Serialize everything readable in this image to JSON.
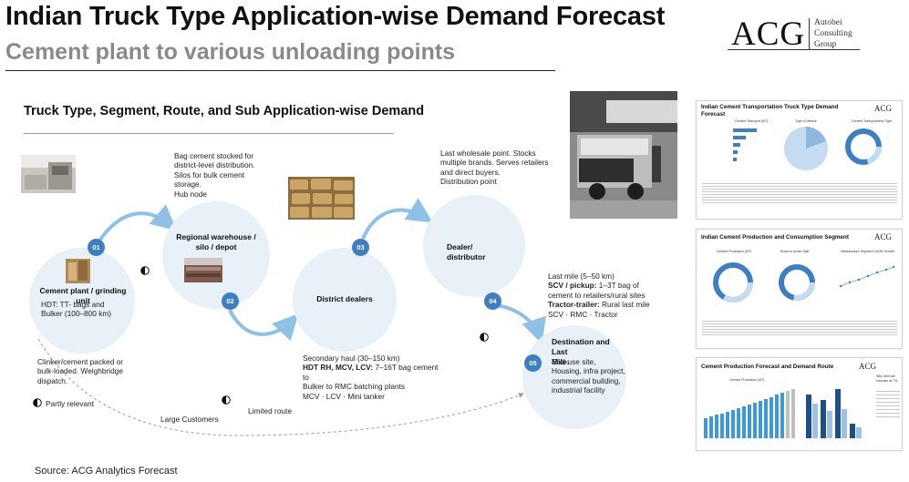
{
  "header": {
    "title": "Indian Truck Type Application-wise Demand Forecast",
    "subtitle": "Cement plant to various unloading points"
  },
  "logo": {
    "mark": "ACG",
    "name_lines": [
      "Autobei",
      "Consulting",
      "Group"
    ]
  },
  "section_title": "Truck Type, Segment, Route, and Sub Application-wise Demand",
  "nodes": {
    "plant": {
      "badge": "01",
      "title": "Cement plant / grinding unit",
      "detail": "HDT: TT- bags and Bulker (100–800 km)",
      "below": "Clinker/cement packed or bulk-loaded. Weighbridge dispatch."
    },
    "warehouse": {
      "badge": "02",
      "title_lines": [
        "Regional warehouse /",
        "silo / depot"
      ],
      "above_lines": [
        "Bag cement stocked for",
        "district-level distribution.",
        "Silos for bulk cement",
        "storage.",
        "Hub node"
      ]
    },
    "district": {
      "badge": "03",
      "title": "District dealers",
      "route": "Secondary haul (30–150 km)",
      "types_bold": "HDT RH, MCV, LCV:",
      "types_rest": " 7–16T bag cement to",
      "types_line2": "Bulker to RMC batching plants",
      "vehicles": "MCV · LCV · Mini tanker"
    },
    "dealer": {
      "badge": "04",
      "title_lines": [
        "Dealer/",
        "distributor"
      ],
      "above_lines": [
        "Last wholesale point. Stocks",
        "multiple brands. Serves retailers",
        "and direct buyers.",
        "Distribution point"
      ]
    },
    "destination": {
      "badge": "05",
      "title_lines": [
        "Destination and Last",
        "Mile:"
      ],
      "detail_lines": [
        "End-use site,",
        "Housing, infra project,",
        "commercial building,",
        "industrial facility"
      ],
      "lastmile": "Last mile (5–50 km)",
      "scv_bold": "SCV / pickup:",
      "scv_rest": " 1–3T bag of",
      "scv_line2": "cement to retailers/rural sites",
      "tractor_bold": "Tractor-trailer:",
      "tractor_rest": " Rural last mile",
      "vehicles": "SCV · RMC · Tractor"
    }
  },
  "legend": {
    "partly_relevant": "Partly relevant",
    "large_customers": "Large Customers",
    "limited_route": "Limited route"
  },
  "thumbnails": [
    {
      "title": "Indian Cement Transportation Truck Type Demand Forecast",
      "panels": [
        "Cement Transport (MT)",
        "Type of Vehicle",
        "Cement Transportation Type"
      ],
      "logo": "ACG"
    },
    {
      "title": "Indian Cement Production and Consumption Segment",
      "panels": [
        "Cement Production (MT)",
        "Rural vs Urban Split",
        "Infrastructure Segment CAGR Growth"
      ],
      "logo": "ACG"
    },
    {
      "title": "Cement Production Forecast and Demand Route",
      "panels": [
        "Cement Production (MT)"
      ],
      "logo": "ACG",
      "side_note": "Why next will increase at 7%"
    }
  ],
  "source": "Source: ACG Analytics Forecast",
  "colors": {
    "accent": "#3d7fc1",
    "circle_fill": "#e8f0f8",
    "arrow": "#8fc1e6",
    "subtitle_gray": "#8a8a8a"
  }
}
